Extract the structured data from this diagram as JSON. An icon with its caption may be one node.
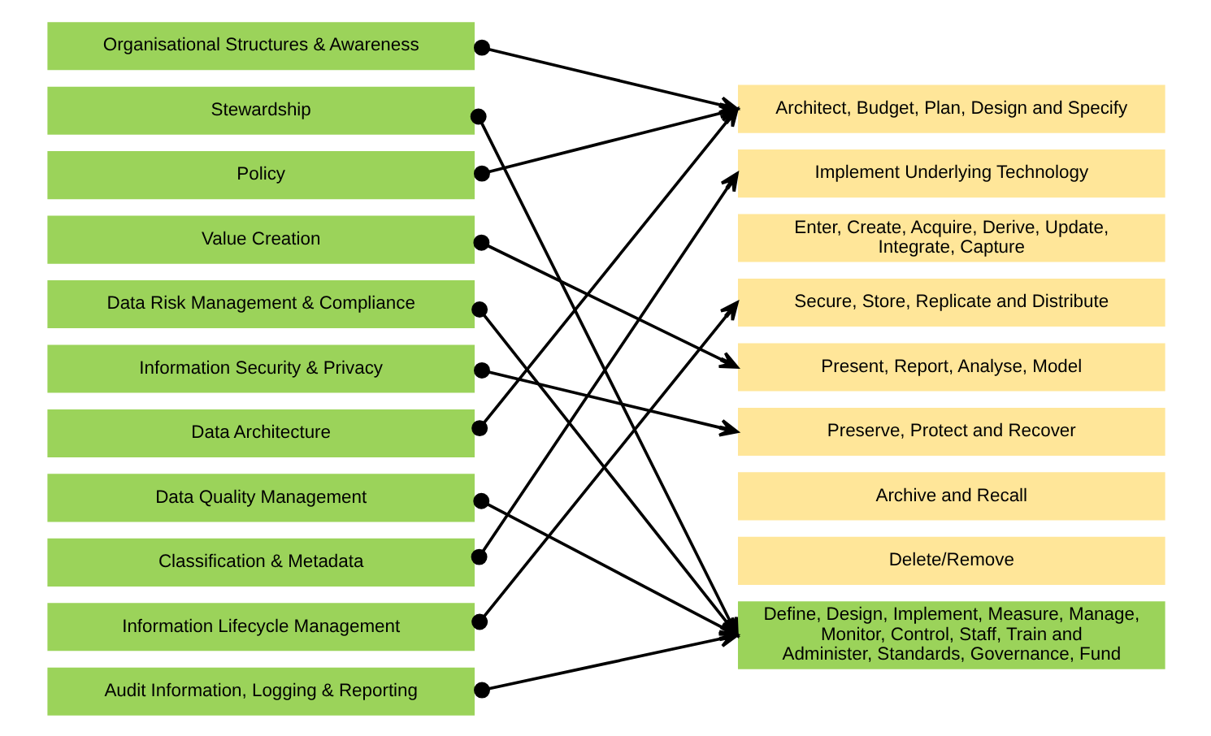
{
  "diagram": {
    "nodes": [
      {
        "text": [
          "Organisational Structures & Awareness"
        ]
      },
      {
        "text": [
          "Stewardship"
        ]
      },
      {
        "text": [
          "Policy"
        ]
      },
      {
        "text": [
          "Value Creation"
        ]
      },
      {
        "text": [
          "Data Risk Management & Compliance"
        ]
      },
      {
        "text": [
          "Information Security & Privacy"
        ]
      },
      {
        "text": [
          "Data Architecture"
        ]
      },
      {
        "text": [
          "Data Quality Management"
        ]
      },
      {
        "text": [
          "Classification & Metadata"
        ]
      },
      {
        "text": [
          "Information Lifecycle Management"
        ]
      },
      {
        "text": [
          "Audit Information, Logging & Reporting"
        ]
      },
      {
        "text": [
          "Architect, Budget, Plan, Design and Specify"
        ]
      },
      {
        "text": [
          "Implement Underlying Technology"
        ]
      },
      {
        "text": [
          "Enter, Create, Acquire, Derive, Update, Integrate, Capture"
        ]
      },
      {
        "text": [
          "Secure, Store, Replicate and Distribute"
        ]
      },
      {
        "text": [
          "Present, Report, Analyse, Model"
        ]
      },
      {
        "text": [
          "Preserve, Protect and Recover"
        ]
      },
      {
        "text": [
          "Archive and Recall"
        ]
      },
      {
        "text": [
          "Delete/Remove"
        ]
      },
      {
        "text": [
          "Define, Design, Implement, Measure, Manage, Monitor, Control, Staff, Train and Administer, Standards, Governance, Fund"
        ]
      }
    ],
    "edges": [
      {
        "from": 0,
        "to": 11,
        "arrow": "to"
      },
      {
        "from": 1,
        "to": 19,
        "arrow": "to"
      },
      {
        "from": 2,
        "to": 11,
        "arrow": "to"
      },
      {
        "from": 3,
        "to": 15,
        "arrow": "to"
      },
      {
        "from": 4,
        "to": 19,
        "arrow": "to"
      },
      {
        "from": 5,
        "to": 16,
        "arrow": "to"
      },
      {
        "from": 6,
        "to": 11,
        "arrow": "to"
      },
      {
        "from": 7,
        "to": 19,
        "arrow": "to"
      },
      {
        "from": 8,
        "to": 12,
        "arrow": "to"
      },
      {
        "from": 9,
        "to": 14,
        "arrow": "to"
      },
      {
        "from": 10,
        "to": 19,
        "arrow": "to"
      }
    ]
  }
}
